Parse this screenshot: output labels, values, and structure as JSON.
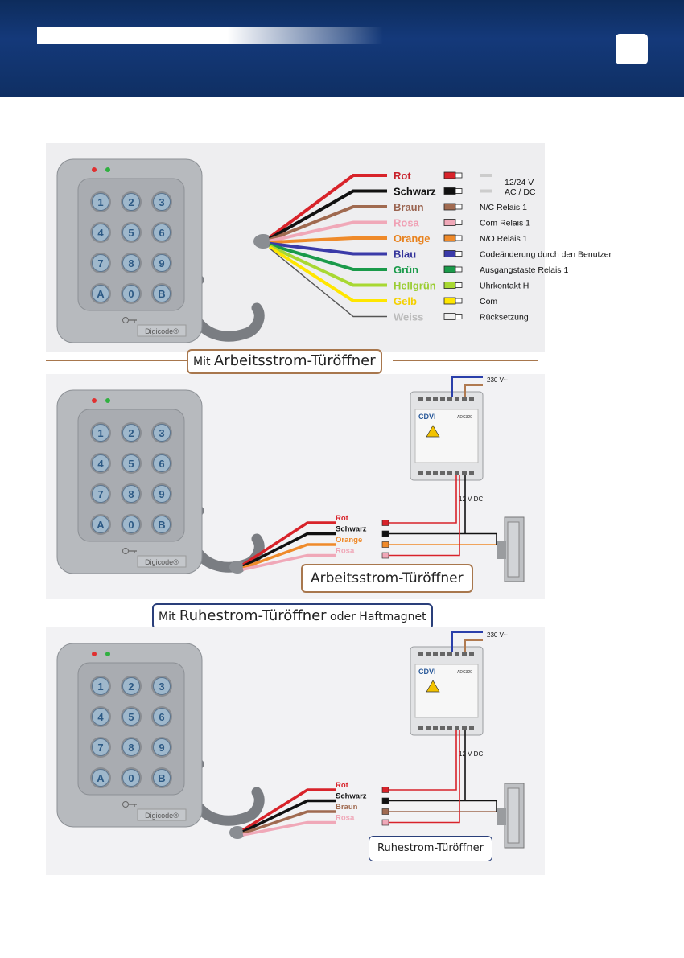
{
  "keypad": {
    "keys": [
      "1",
      "2",
      "3",
      "4",
      "5",
      "6",
      "7",
      "8",
      "9",
      "A",
      "0",
      "B"
    ],
    "brand": "Digicode®"
  },
  "wiring_legend": [
    {
      "color_name": "Rot",
      "wire": "#d8232a",
      "text": "#c8202a",
      "function": "12/24 V AC / DC"
    },
    {
      "color_name": "Schwarz",
      "wire": "#111111",
      "text": "#111111",
      "function": ""
    },
    {
      "color_name": "Braun",
      "wire": "#a06a50",
      "text": "#9a6450",
      "function": "N/C Relais 1"
    },
    {
      "color_name": "Rosa",
      "wire": "#f0a8b8",
      "text": "#f0a0b4",
      "function": "Com Relais 1"
    },
    {
      "color_name": "Orange",
      "wire": "#ef8a2a",
      "text": "#e8821e",
      "function": "N/O Relais 1"
    },
    {
      "color_name": "Blau",
      "wire": "#3a3aa8",
      "text": "#33339a",
      "function": "Codeänderung durch den Benutzer"
    },
    {
      "color_name": "Grün",
      "wire": "#1a9a4a",
      "text": "#1a9a4a",
      "function": "Ausgangstaste Relais 1"
    },
    {
      "color_name": "Hellgrün",
      "wire": "#a8d832",
      "text": "#9acd32",
      "function": "Uhrkontakt H"
    },
    {
      "color_name": "Gelb",
      "wire": "#ffe600",
      "text": "#f4d000",
      "function": "Com"
    },
    {
      "color_name": "Weiss",
      "wire": "#eeeeee",
      "text": "#bbbbbb",
      "function": "Rücksetzung"
    }
  ],
  "voltage_label": "12/24 V\nAC / DC",
  "section1": {
    "prefix": "Mit ",
    "title": "Arbeitsstrom-Türöffner",
    "psu_in": "230 V~",
    "psu_out": "12 V DC",
    "wires": [
      {
        "name": "Rot",
        "color": "#d8232a"
      },
      {
        "name": "Schwarz",
        "color": "#111111"
      },
      {
        "name": "Orange",
        "color": "#ef8a2a"
      },
      {
        "name": "Rosa",
        "color": "#f0a8b8"
      }
    ],
    "lock_label": "Arbeitsstrom-Türöffner"
  },
  "section2": {
    "prefix": "Mit ",
    "title": "Ruhestrom-Türöffner",
    "suffix": " oder Haftmagnet",
    "psu_in": "230 V~",
    "psu_out": "12 V DC",
    "wires": [
      {
        "name": "Rot",
        "color": "#d8232a"
      },
      {
        "name": "Schwarz",
        "color": "#111111"
      },
      {
        "name": "Braun",
        "color": "#a06a50"
      },
      {
        "name": "Rosa",
        "color": "#f0a8b8"
      }
    ],
    "lock_label": "Ruhestrom-Türöffner"
  },
  "psu": {
    "brand": "CDVI",
    "model": "ADC320"
  }
}
